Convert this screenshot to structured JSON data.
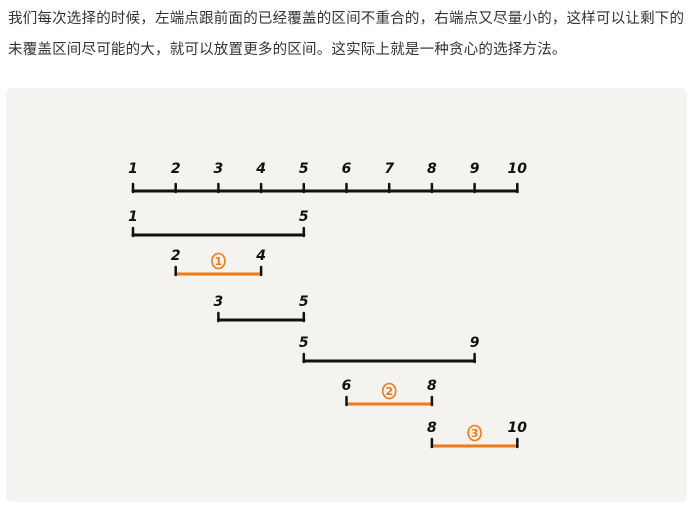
{
  "article": {
    "paragraph": "我们每次选择的时候，左端点跟前面的已经覆盖的区间不重合的，右端点又尽量小的，这样可以让剩下的未覆盖区间尽可能的大，就可以放置更多的区间。这实际上就是一种贪心的选择方法。"
  },
  "figure": {
    "axis": {
      "ticks": [
        "1",
        "2",
        "3",
        "4",
        "5",
        "6",
        "7",
        "8",
        "9",
        "10"
      ]
    },
    "intervals": [
      {
        "start": 1,
        "end": 5,
        "start_label": "1",
        "end_label": "5",
        "selected": false,
        "mark": ""
      },
      {
        "start": 2,
        "end": 4,
        "start_label": "2",
        "end_label": "4",
        "selected": true,
        "mark": "1"
      },
      {
        "start": 3,
        "end": 5,
        "start_label": "3",
        "end_label": "5",
        "selected": false,
        "mark": ""
      },
      {
        "start": 5,
        "end": 9,
        "start_label": "5",
        "end_label": "9",
        "selected": false,
        "mark": ""
      },
      {
        "start": 6,
        "end": 8,
        "start_label": "6",
        "end_label": "8",
        "selected": true,
        "mark": "2"
      },
      {
        "start": 8,
        "end": 10,
        "start_label": "8",
        "end_label": "10",
        "selected": true,
        "mark": "3"
      }
    ],
    "colors": {
      "line": "#111111",
      "selected": "#f07b16",
      "background": "#f4f3ef",
      "text": "#333333"
    }
  }
}
